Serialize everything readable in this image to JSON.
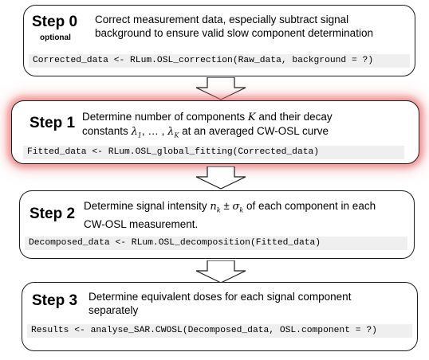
{
  "steps": [
    {
      "label": "Step 0",
      "sublabel": "optional",
      "description_line1": "Correct measurement data, especially subtract signal",
      "description_line2": "background to ensure valid slow component determination",
      "code": "Corrected_data <- RLum.OSL_correction(Raw_data, background = ?)",
      "highlighted": false
    },
    {
      "label": "Step 1",
      "sublabel": "",
      "description_line1_text": "Determine number of components ",
      "description_line1_math": "K",
      "description_line1_after": " and their decay",
      "description_line2_text": "constants ",
      "description_line2_math_a": "λ",
      "description_line2_sub_a": "1",
      "description_line2_ellipsis": ", … , ",
      "description_line2_math_b": "λ",
      "description_line2_sub_b": "K",
      "description_line2_after": " at an averaged CW-OSL curve",
      "code": "Fitted_data <- RLum.OSL_global_fitting(Corrected_data)",
      "highlighted": true
    },
    {
      "label": "Step 2",
      "sublabel": "",
      "description_line1_text": "Determine signal intensity ",
      "description_line1_math_a": "n",
      "description_line1_sub_a": "k",
      "description_line1_pm": " ± ",
      "description_line1_math_b": "σ",
      "description_line1_sub_b": "k",
      "description_line1_after": " of each component in each",
      "description_line2": "CW-OSL measurement.",
      "code": "Decomposed_data <- RLum.OSL_decomposition(Fitted_data)",
      "highlighted": false
    },
    {
      "label": "Step 3",
      "sublabel": "",
      "description_line1": "Determine equivalent doses for each signal component",
      "description_line2": "separately",
      "code": "Results <- analyse_SAR.CWOSL(Decomposed_data, OSL.component = ?)",
      "highlighted": false
    }
  ],
  "colors": {
    "highlight_glow": "#e55a5a",
    "code_background": "#efefef",
    "border": "#1a1a1a"
  },
  "icons": [
    "down-arrow-icon",
    "down-arrow-icon",
    "down-arrow-icon"
  ]
}
